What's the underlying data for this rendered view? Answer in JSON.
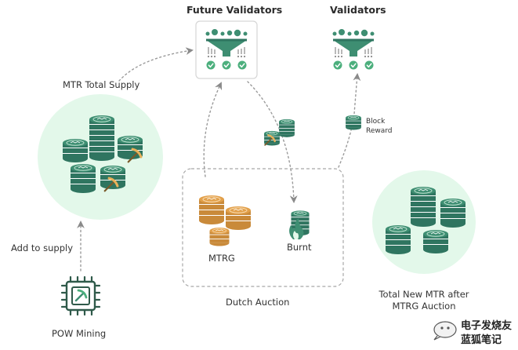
{
  "labels": {
    "future_validators": "Future Validators",
    "validators": "Validators",
    "mtr_total_supply": "MTR Total Supply",
    "block_reward_1": "Block",
    "block_reward_2": "Reward",
    "add_to_supply": "Add to supply",
    "pow_mining": "POW Mining",
    "mtrg": "MTRG",
    "burnt": "Burnt",
    "dutch_auction": "Dutch Auction",
    "total_new_1": "Total New MTR after",
    "total_new_2": "MTRG Auction"
  },
  "watermark": {
    "line1": "电子发烧友",
    "line2": "蓝狐笔记"
  },
  "colors": {
    "green": "#3e8e72",
    "green_dark": "#2f7560",
    "green_bg": "#e3f8ea",
    "gold": "#e2a04a",
    "gold_dark": "#c98a3a",
    "gray_line": "#9a9a9a",
    "check": "#4caf7d"
  },
  "icons": [
    "filter-funnel-icon",
    "check-circle-icon",
    "coin-stack-icon",
    "pickaxe-icon",
    "flame-icon",
    "cpu-chip-icon"
  ]
}
